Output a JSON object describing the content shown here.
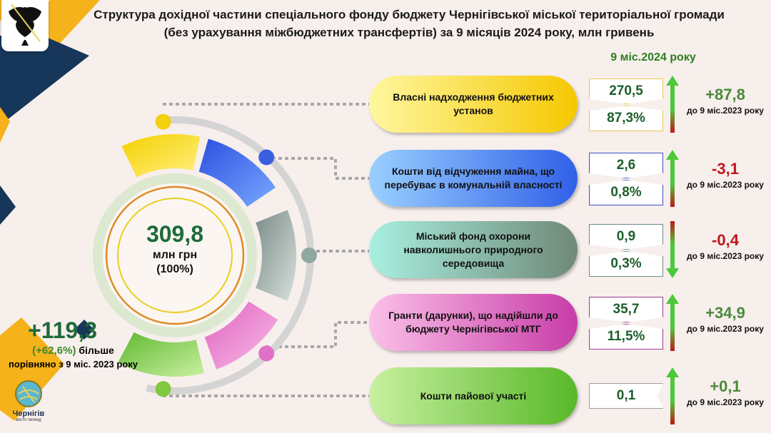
{
  "title": {
    "line1": "Структура дохідної частини спеціального фонду бюджету Чернігівської міської територіальної громади",
    "line2": "(без урахування міжбюджетних трансфертів) за 9 місяців 2024 року, млн гривень"
  },
  "period_label": "9 міс.2024 року",
  "total": {
    "value": "309,8",
    "unit": "млн грн",
    "share": "(100%)"
  },
  "growth": {
    "value": "+119,3",
    "percent": "(+62,6%)",
    "text1": "більше",
    "text2": "порівняно з 9 міс. 2023 року"
  },
  "logo": {
    "name": "Чернігів",
    "tagline": "місто легенд"
  },
  "colors": {
    "positive": "#4a8a3a",
    "negative": "#c0141c"
  },
  "chart_data": {
    "type": "pie",
    "title": "Структура дохідної частини спеціального фонду бюджету Чернігівської МТГ за 9 місяців 2024 року, млн гривень",
    "categories": [
      {
        "label": "Власні надходження бюджетних установ",
        "value": "270,5",
        "share": "87,3%",
        "change": "+87,8",
        "change_label": "до 9 міс.2023 року",
        "direction": "up",
        "color": "#f3d010",
        "box_color": "#e8c84a"
      },
      {
        "label": "Кошти від відчуження майна, що перебуває в комунальній власності",
        "value": "2,6",
        "share": "0,8%",
        "change": "-3,1",
        "change_label": "до 9 міс.2023 року",
        "direction": "up",
        "color": "#3a5fe0",
        "box_color": "#3c50c8"
      },
      {
        "label": "Міський фонд охорони навколишнього природного середовища",
        "value": "0,9",
        "share": "0,3%",
        "change": "-0,4",
        "change_label": "до 9 міс.2023 року",
        "direction": "down",
        "color": "#8fa8a0",
        "box_color": "#6a8c86"
      },
      {
        "label": "Гранти (дарунки), що надійшли до бюджету Чернігівської МТГ",
        "value": "35,7",
        "share": "11,5%",
        "change": "+34,9",
        "change_label": "до 9 міс.2023 року",
        "direction": "up",
        "color": "#e070c8",
        "box_color": "#9a3a90"
      },
      {
        "label": "Кошти пайової участі",
        "value": "0,1",
        "share": "",
        "change": "+0,1",
        "change_label": "до 9 міс.2023 року",
        "direction": "up",
        "color": "#80c840",
        "box_color": "#9aa0a0"
      }
    ]
  }
}
